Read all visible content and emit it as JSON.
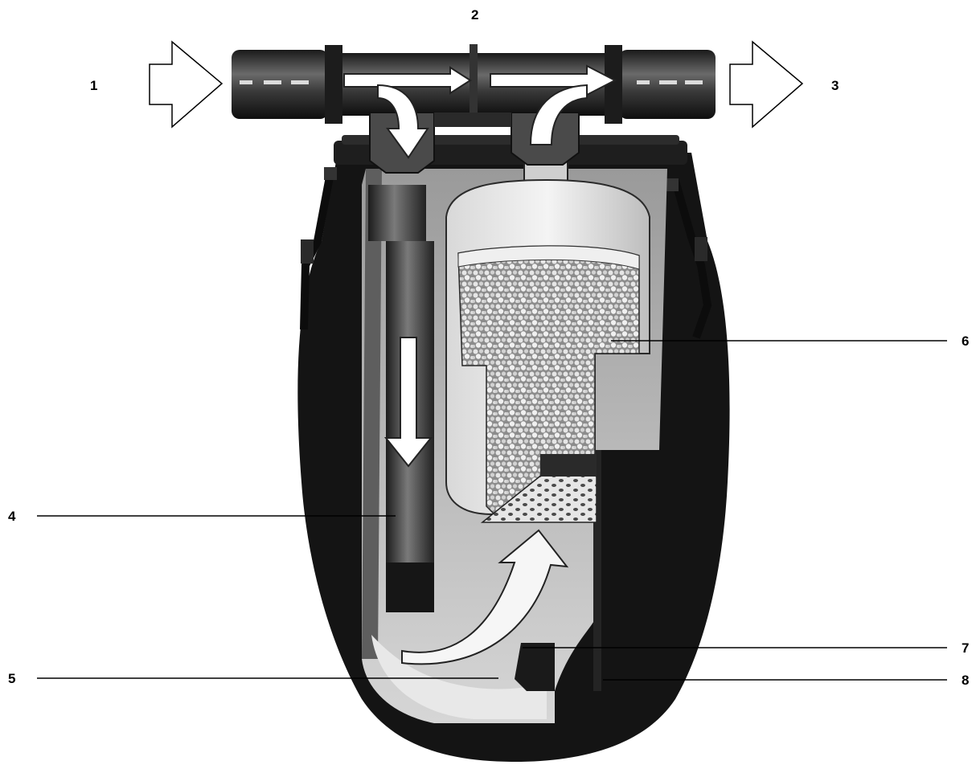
{
  "labels": {
    "l1": "1",
    "l2": "2",
    "l3": "3",
    "l4": "4",
    "l5": "5",
    "l6": "6",
    "l7": "7",
    "l8": "8"
  },
  "colors": {
    "body": "#141414",
    "pipe": "#3b3b3b",
    "media": "#c9c9c9",
    "arrow_fill": "#ffffff",
    "line": "#000000"
  }
}
